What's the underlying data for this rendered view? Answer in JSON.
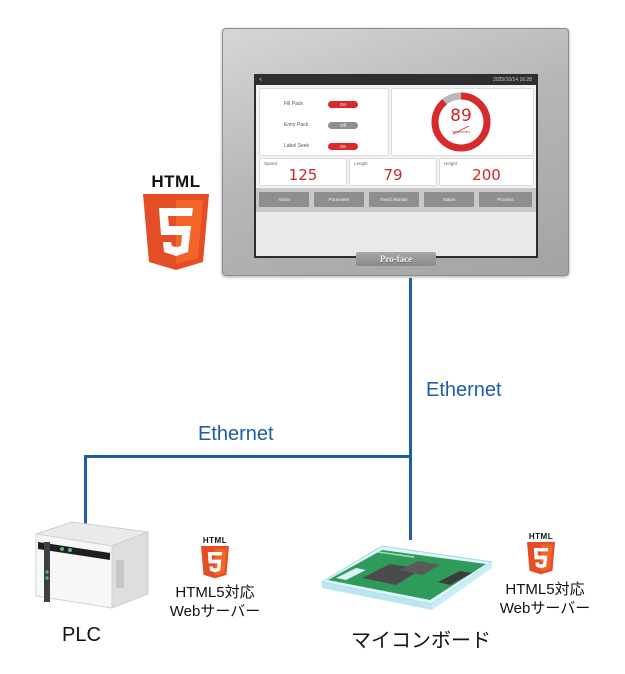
{
  "hmi": {
    "brand": "Pro-face",
    "header": {
      "back": "<",
      "clock": "2025/10/14 16:28"
    },
    "rows": [
      {
        "label": "Fill Pack",
        "state": "On",
        "on": true
      },
      {
        "label": "Entry Pack",
        "state": "Off",
        "on": false
      },
      {
        "label": "Label Seek",
        "state": "On",
        "on": true
      }
    ],
    "gauge": {
      "value": "89",
      "unit": "Items/min",
      "fraction": 0.89
    },
    "stats": [
      {
        "label": "Speed",
        "value": "125"
      },
      {
        "label": "Length",
        "value": "79"
      },
      {
        "label": "Height",
        "value": "200"
      }
    ],
    "buttons": [
      "Alarm",
      "Parameter",
      "Trend Monitor",
      "Status",
      "Process"
    ]
  },
  "logos": {
    "html_word": "HTML",
    "five": "5"
  },
  "network": {
    "label_vertical": "Ethernet",
    "label_horizontal": "Ethernet",
    "colors": {
      "line": "#1f5da8",
      "html5_orange": "#e44d26",
      "html5_dark": "#f16529",
      "accent_red": "#d72b2b"
    }
  },
  "devices": {
    "plc": {
      "caption": "PLC",
      "server_line1": "HTML5対応",
      "server_line2": "Webサーバー"
    },
    "mcu": {
      "caption": "マイコンボード",
      "server_line1": "HTML5対応",
      "server_line2": "Webサーバー"
    }
  }
}
